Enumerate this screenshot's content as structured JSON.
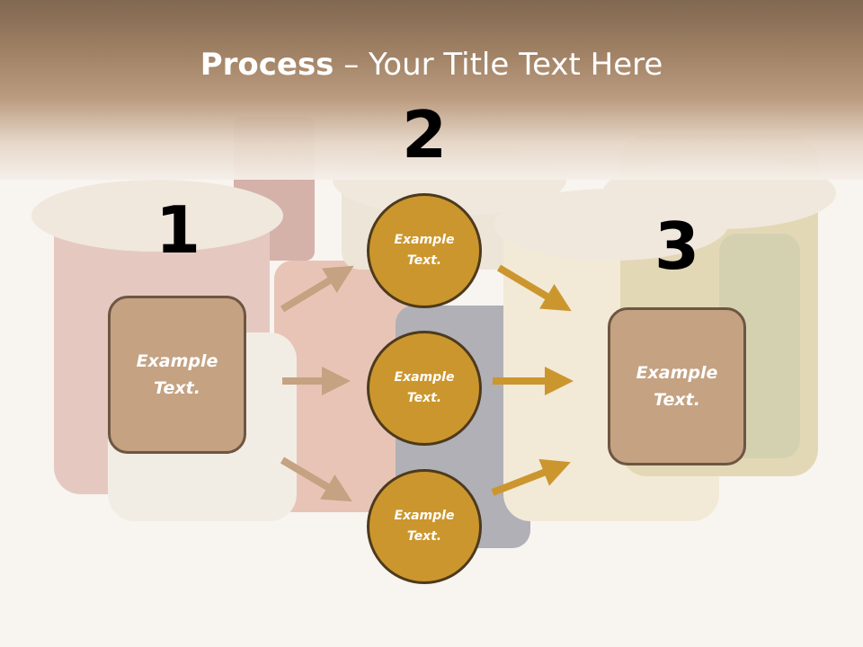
{
  "title": {
    "bold": "Process",
    "rest": " – Your Title Text Here"
  },
  "steps": [
    {
      "number": "1",
      "text_line1": "Example",
      "text_line2": "Text."
    },
    {
      "number": "2"
    },
    {
      "number": "3",
      "text_line1": "Example",
      "text_line2": "Text."
    }
  ],
  "circles": [
    {
      "line1": "Example",
      "line2": "Text."
    },
    {
      "line1": "Example",
      "line2": "Text."
    },
    {
      "line1": "Example",
      "line2": "Text."
    }
  ],
  "colors": {
    "box": "#c4a282",
    "circle": "#cc962e",
    "arrow_left": "#c4a282",
    "arrow_right": "#cc962e"
  }
}
